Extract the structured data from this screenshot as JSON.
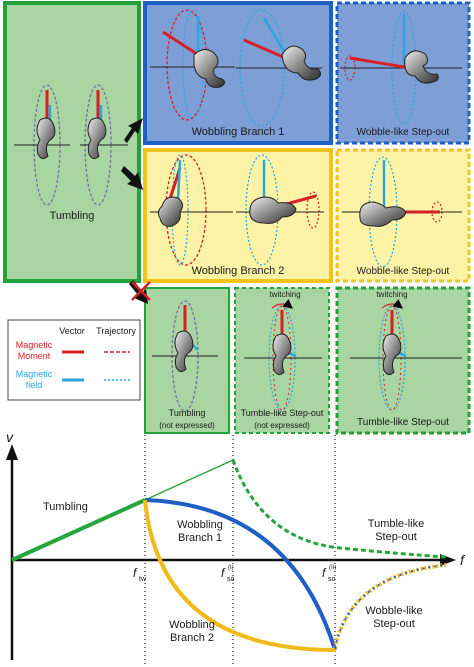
{
  "panels": {
    "tumbling": "Tumbling",
    "wobbling1": "Wobbling Branch 1",
    "wobbling2": "Wobbling Branch 2",
    "wobble_step_out_1": "Wobble-like Step-out",
    "wobble_step_out_2": "Wobble-like Step-out",
    "tumbling_ne_line1": "Tumbling",
    "tumbling_ne_line2": "(not expressed)",
    "tumble_step_ne_line1": "Tumble-like Step-out",
    "tumble_step_ne_line2": "(not expressed)",
    "tumble_step_out": "Tumble-like Step-out",
    "twitching_1": "twitching",
    "twitching_2": "twitching"
  },
  "legend": {
    "col_vector": "Vector",
    "col_trajectory": "Trajectory",
    "row1_line1": "Magnetic",
    "row1_line2": "Moment",
    "row2_line1": "Magnetic",
    "row2_line2": "field"
  },
  "graph": {
    "y_axis": "v",
    "x_axis": "f",
    "tick_tw": "f",
    "tick_tw_sub": "tw",
    "tick_so1": "f",
    "tick_so1_sub": "so",
    "tick_so1_sup": "(I)",
    "tick_so2": "f",
    "tick_so2_sub": "so",
    "tick_so2_sup": "(II)",
    "label_tumbling": "Tumbling",
    "label_wb1_line1": "Wobbling",
    "label_wb1_line2": "Branch 1",
    "label_wb2_line1": "Wobbling",
    "label_wb2_line2": "Branch 2",
    "label_tumble_so_line1": "Tumble-like",
    "label_tumble_so_line2": "Step-out",
    "label_wobble_so_line1": "Wobble-like",
    "label_wobble_so_line2": "Step-out"
  },
  "colors": {
    "green_fill": "#a8d5a2",
    "green_border": "#1fa33a",
    "blue_fill": "#7d9fd6",
    "blue_border": "#1f5fc4",
    "yellow_fill": "#fcf3a6",
    "yellow_border": "#f3c21b",
    "moment_red": "#d71f26",
    "field_blue": "#2aa6e0",
    "curve_green": "#26a43d",
    "curve_blue": "#1f5fc4",
    "curve_yellow": "#f2b91a"
  }
}
